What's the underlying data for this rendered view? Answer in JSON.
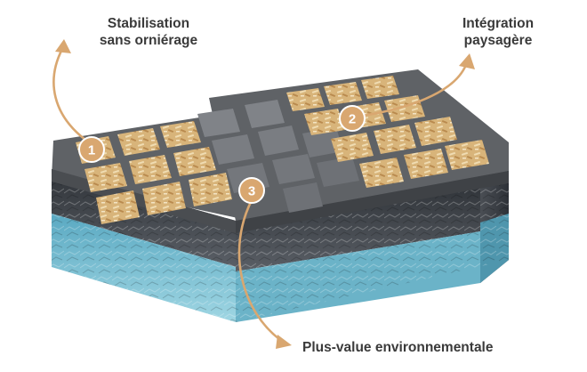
{
  "labels": {
    "one": {
      "line1": "Stabilisation",
      "line2": "sans orniérage"
    },
    "two": {
      "line1": "Intégration",
      "line2": "paysagère"
    },
    "three": {
      "line1": "Plus-value environnementale"
    }
  },
  "badges": [
    "1",
    "2",
    "3"
  ],
  "colors": {
    "accent": "#d9a770",
    "text": "#3a3a3a",
    "grid": "#6f7174",
    "gravel": "#3f4348",
    "water": "#7fc4d6",
    "woodchips": "#e2c28c"
  }
}
